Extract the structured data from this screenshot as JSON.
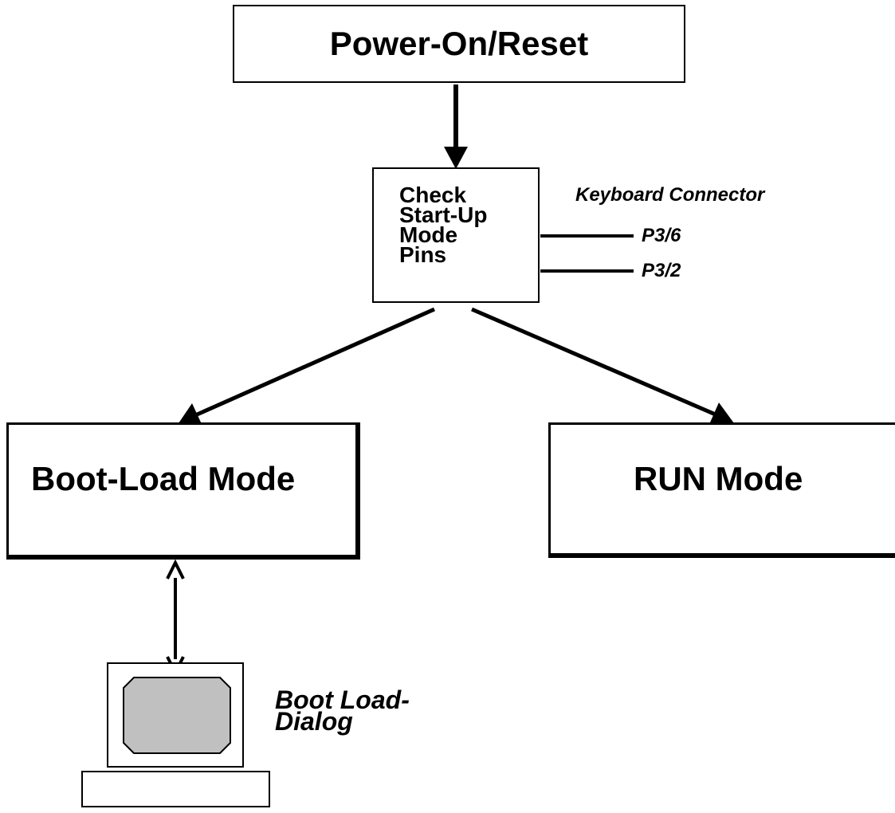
{
  "nodes": {
    "power_on_reset": "Power-On/Reset",
    "check_mode": [
      "Check",
      "Start-Up",
      "Mode",
      "Pins"
    ],
    "boot_load_mode": "Boot-Load Mode",
    "run_mode": "RUN Mode"
  },
  "connector": {
    "title": "Keyboard Connector",
    "pins": [
      "P3/6",
      "P3/2"
    ]
  },
  "terminal": {
    "label_line1": "Boot Load-",
    "label_line2": "Dialog",
    "screen_color": "#c0c0c0"
  },
  "edges": [
    {
      "from": "power_on_reset",
      "to": "check_mode",
      "type": "arrow"
    },
    {
      "from": "check_mode",
      "to": "boot_load_mode",
      "type": "arrow"
    },
    {
      "from": "check_mode",
      "to": "run_mode",
      "type": "arrow"
    },
    {
      "from": "boot_load_mode",
      "to": "terminal",
      "type": "bidirectional"
    }
  ]
}
